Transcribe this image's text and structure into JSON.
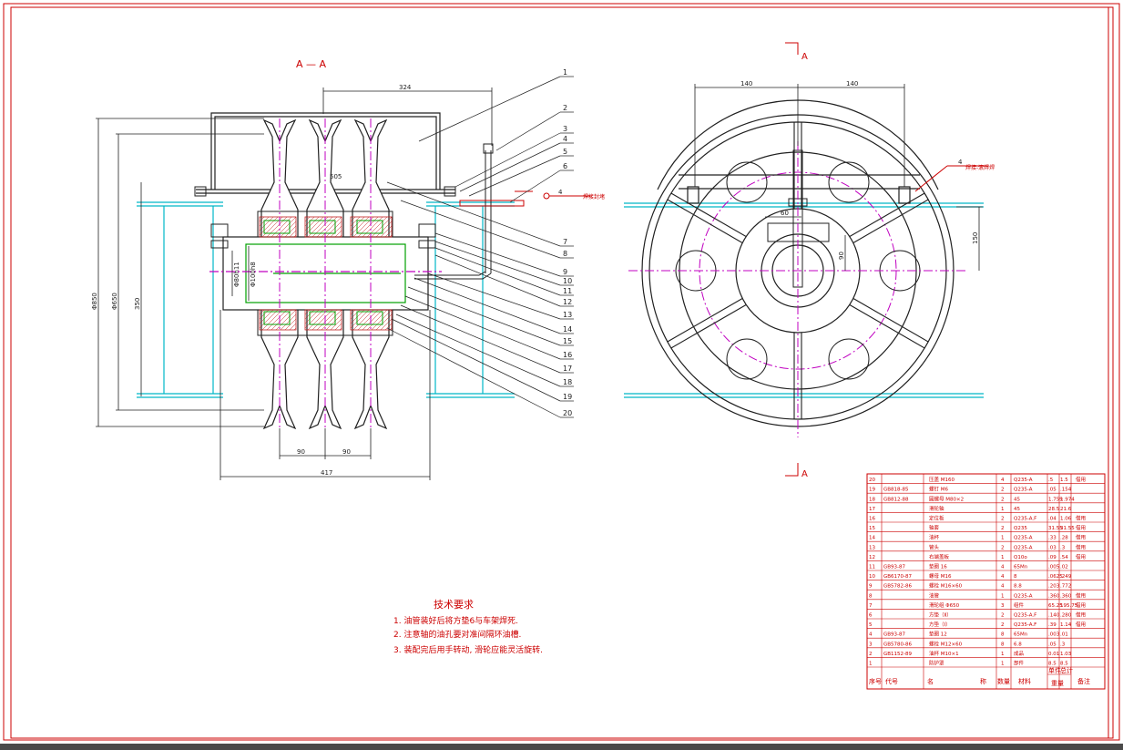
{
  "drawing": {
    "section_label": "A — A",
    "view_marker": "A",
    "dimensions": {
      "top_span": "324",
      "inner_span": "505",
      "overall_width": "417",
      "groove_pitch_left": "90",
      "groove_pitch_right": "90",
      "dia_outer": "Φ850",
      "dia_pitch": "Φ650",
      "dia_inner": "350",
      "shaft_dia_1": "Φ80h11",
      "shaft_dia_2": "Φ100h8",
      "side_half_left": "140",
      "side_half_right": "140",
      "side_small": "60",
      "side_height": "150",
      "side_offset": "90"
    },
    "callouts": [
      "1",
      "2",
      "3",
      "4",
      "5",
      "6",
      "7",
      "8",
      "9",
      "10",
      "11",
      "12",
      "13",
      "14",
      "15",
      "16",
      "17",
      "18",
      "19",
      "20"
    ],
    "weld_note_left": "4",
    "weld_note_left_text": "焊接封堵",
    "weld_note_right_num": "4",
    "weld_note_right_text": "焊接-滚焊焊"
  },
  "notes": {
    "title": "技术要求",
    "items": [
      "1. 油管装好后将方垫6与车架焊死.",
      "2. 注意轴的油孔要对准间隔环油槽.",
      "3. 装配完后用手转动, 滑轮应能灵活旋转."
    ]
  },
  "bom": {
    "headers": {
      "no": "序号",
      "code": "代号",
      "name": "名",
      "name2": "称",
      "qty": "数量",
      "material": "材料",
      "unit_weight": "单件",
      "total_weight": "总计",
      "weight": "重量",
      "remark": "备注"
    },
    "rows": [
      {
        "no": "20",
        "code": "",
        "name": "压盖 M160",
        "qty": "4",
        "mat": "Q235-A",
        "w1": ".5",
        "w2": "1.5",
        "rem": "借用"
      },
      {
        "no": "19",
        "code": "GB818-85",
        "name": "螺钉 M6",
        "qty": "2",
        "mat": "Q235-A",
        ".w": "",
        "w1": ".05",
        "w2": ".154",
        "rem": ""
      },
      {
        "no": "18",
        "code": "GB812-88",
        "name": "圆螺母 M80×2",
        "qty": "2",
        "mat": "45",
        "w1": "1.759",
        "w2": "1.974",
        "rem": ""
      },
      {
        "no": "17",
        "code": "",
        "name": "滑轮轴",
        "qty": "1",
        "mat": "45",
        "w1": "28.5",
        "w2": "21.6",
        "rem": ""
      },
      {
        "no": "16",
        "code": "",
        "name": "定位板",
        "qty": "2",
        "mat": "Q235-A.F",
        "w1": ".04",
        "w2": "1.06",
        "rem": "借用"
      },
      {
        "no": "15",
        "code": "",
        "name": "轴套",
        "qty": "2",
        "mat": "Q235",
        "w1": "31.55",
        "w2": "31.55",
        "rem": "借用"
      },
      {
        "no": "14",
        "code": "",
        "name": "油杯",
        "qty": "1",
        "mat": "Q235-A",
        "w1": ".33",
        "w2": ".28",
        "rem": "借用"
      },
      {
        "no": "13",
        "code": "",
        "name": "管头",
        "qty": "2",
        "mat": "Q235-A",
        "w1": ".03",
        "w2": ".3",
        "rem": "借用"
      },
      {
        "no": "12",
        "code": "",
        "name": "右端盖板",
        "qty": "1",
        "mat": "Q10o",
        "w1": ".09",
        "w2": ".54",
        "rem": "借用"
      },
      {
        "no": "11",
        "code": "GB93-87",
        "name": "垫圈 16",
        "qty": "4",
        "mat": "65Mn",
        "w1": ".005",
        "w2": ".02",
        "rem": ""
      },
      {
        "no": "10",
        "code": "GB6170-87",
        "name": "螺母 M16",
        "qty": "4",
        "mat": "8",
        "w1": ".0625",
        "w2": ".249",
        "rem": ""
      },
      {
        "no": "9",
        "code": "GB5782-86",
        "name": "螺栓 M16×60",
        "qty": "4",
        "mat": "8.8",
        "w1": ".203",
        "w2": ".772",
        "rem": ""
      },
      {
        "no": "8",
        "code": "",
        "name": "油管",
        "qty": "1",
        "mat": "Q235-A",
        "w1": ".360",
        "w2": ".360",
        "rem": "借用"
      },
      {
        "no": "7",
        "code": "",
        "name": "滑轮组 Φ650",
        "qty": "3",
        "mat": "组件",
        "w1": "65.25",
        "w2": "195.75",
        "rem": "借用"
      },
      {
        "no": "6",
        "code": "",
        "name": "方垫（Ⅱ）",
        "qty": "2",
        "mat": "Q235-A.F",
        "w1": ".140",
        "w2": ".280",
        "rem": "借用"
      },
      {
        "no": "5",
        "code": "",
        "name": "方垫（Ⅰ）",
        "qty": "2",
        "mat": "Q235-A.F",
        "w1": ".39",
        "w2": "1.14",
        "rem": "借用"
      },
      {
        "no": "4",
        "code": "GB93-87",
        "name": "垫圈 12",
        "qty": "8",
        "mat": "65Mn",
        "w1": ".003",
        "w2": ".01",
        "rem": ""
      },
      {
        "no": "3",
        "code": "GB5780-86",
        "name": "螺栓 M12×60",
        "qty": "8",
        "mat": "6.8",
        "w1": ".05",
        "w2": ".3",
        "rem": ""
      },
      {
        "no": "2",
        "code": "GB1152-89",
        "name": "油杯 M10×1",
        "qty": "1",
        "mat": "成品",
        "w1": "0.01",
        "w2": "1.03",
        "rem": ""
      },
      {
        "no": "1",
        "code": "",
        "name": "防护罩",
        "qty": "1",
        "mat": "部件",
        "w1": "8.5",
        "w2": "8.5",
        "rem": ""
      }
    ]
  },
  "colors": {
    "border": "#cc0000",
    "outline": "#202020",
    "cyan": "#00b8c8",
    "magenta": "#c000c0",
    "green": "#00a000",
    "hatch": "#c02020",
    "dim": "#202020"
  }
}
